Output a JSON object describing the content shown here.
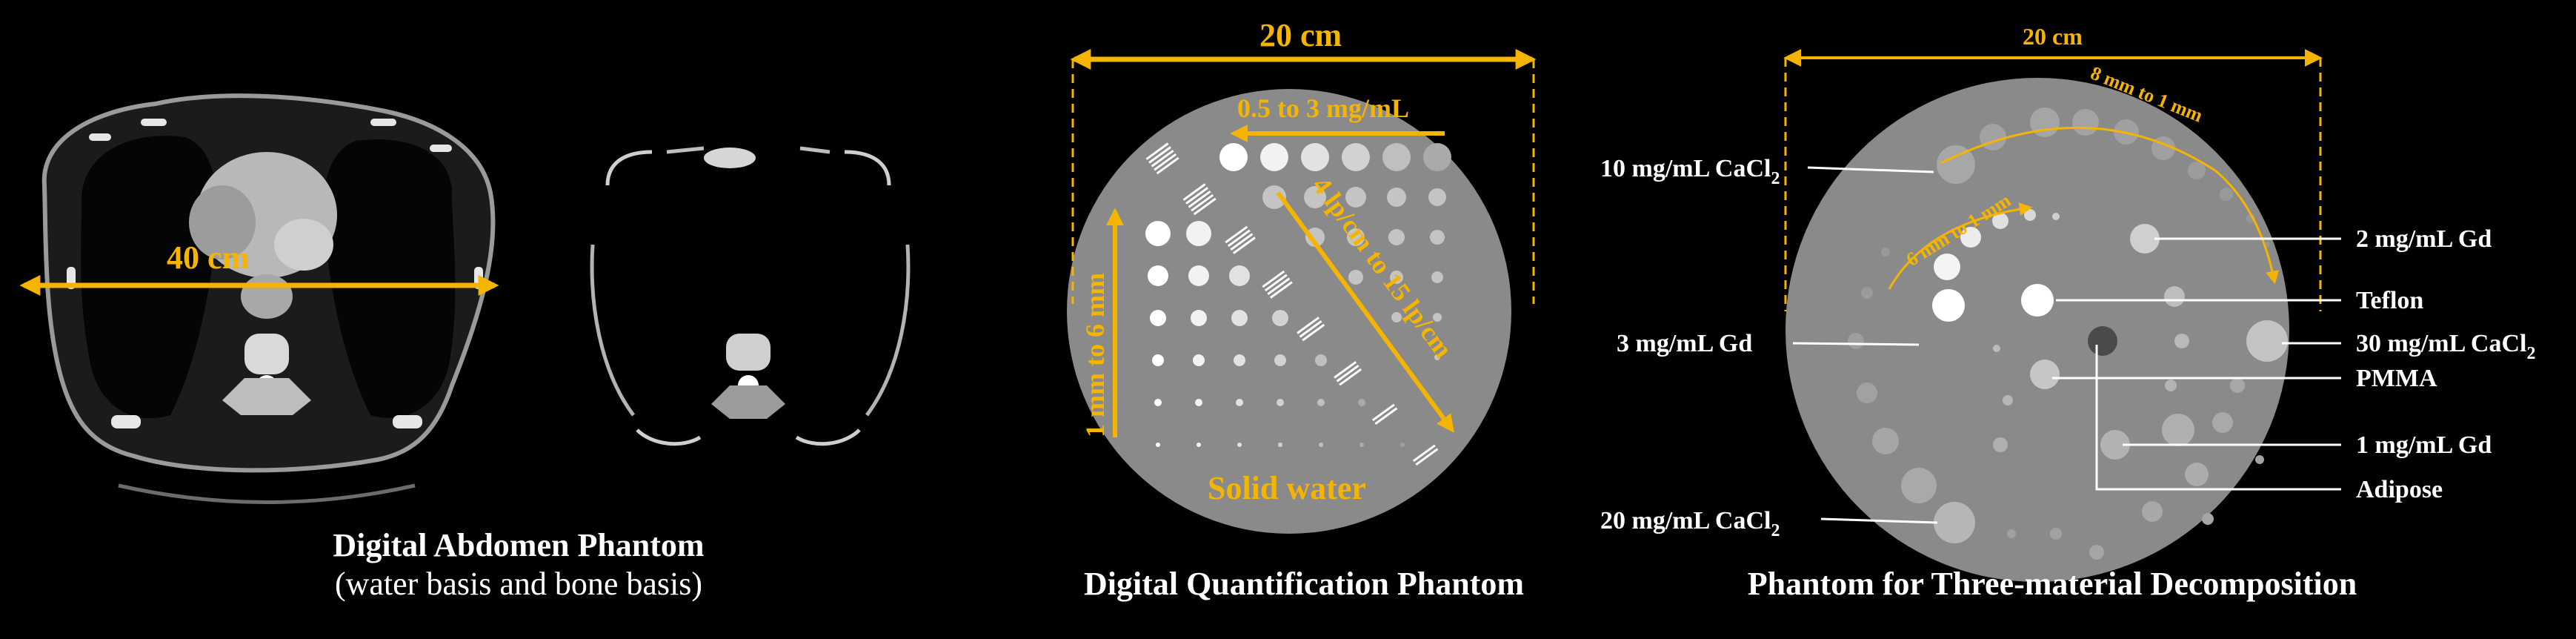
{
  "colors": {
    "background": "#000000",
    "annotation": "#f5b400",
    "phantom_gray": "#8a8a8a",
    "label": "#ffffff"
  },
  "abdomen": {
    "measure": "40 cm",
    "title": "Digital Abdomen Phantom",
    "subtitle": "(water basis and bone basis)"
  },
  "quant": {
    "measure": "20 cm",
    "conc_label": "0.5 to 3 mg/mL",
    "size_label": "1 mm to 6 mm",
    "lp_label": "4 lp/cm to 15 lp/cm",
    "material_label": "Solid water",
    "title": "Digital Quantification Phantom"
  },
  "tmd": {
    "measure": "20 cm",
    "arc_inner": "6 mm to 1 mm",
    "arc_outer": "8 mm to 1 mm",
    "title": "Phantom for Three-material Decomposition",
    "left_labels": [
      {
        "main": "10 mg/mL CaCl",
        "sub": "2"
      },
      {
        "main": "3 mg/mL Gd",
        "sub": ""
      },
      {
        "main": "20 mg/mL CaCl",
        "sub": "2"
      }
    ],
    "right_labels": [
      {
        "main": "2 mg/mL Gd",
        "sub": ""
      },
      {
        "main": "Teflon",
        "sub": ""
      },
      {
        "main": "30 mg/mL CaCl",
        "sub": "2"
      },
      {
        "main": "PMMA",
        "sub": ""
      },
      {
        "main": "1 mg/mL Gd",
        "sub": ""
      },
      {
        "main": "Adipose",
        "sub": ""
      }
    ]
  }
}
